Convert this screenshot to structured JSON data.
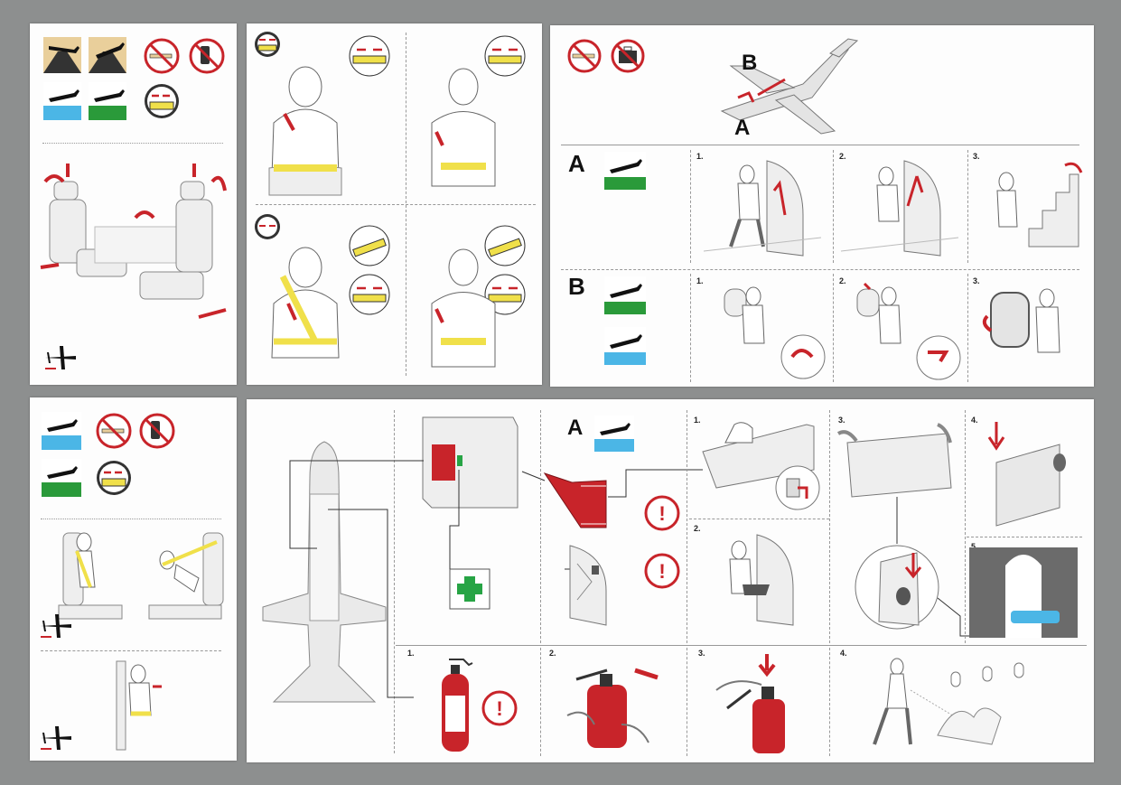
{
  "colors": {
    "accent_red": "#c8242a",
    "belt_yellow": "#f0e04a",
    "water_blue": "#4bb6e6",
    "ground_green": "#2a9a3a",
    "sand": "#e9cf9b",
    "first_aid_green": "#27a445",
    "background": "#8d8f8f"
  },
  "icons": {
    "no_smoking": "no-smoking-icon",
    "no_phone": "no-phone-icon",
    "no_baggage": "no-baggage-icon",
    "seatbelt": "seatbelt-buckle-icon",
    "first_aid": "first-aid-icon",
    "warning": "warning-exclamation-icon",
    "airplane": "airplane-icon"
  },
  "exit_overview": {
    "label_a": "A",
    "label_b": "B"
  },
  "section_a": {
    "label": "A",
    "steps": [
      "1.",
      "2.",
      "3."
    ]
  },
  "section_b": {
    "label": "B",
    "steps": [
      "1.",
      "2.",
      "3."
    ]
  },
  "raft_section": {
    "label": "A",
    "steps": [
      "1.",
      "2.",
      "3.",
      "4.",
      "5."
    ]
  },
  "extinguisher_section": {
    "steps": [
      "1.",
      "2.",
      "3.",
      "4."
    ]
  },
  "warning_mark": "!"
}
